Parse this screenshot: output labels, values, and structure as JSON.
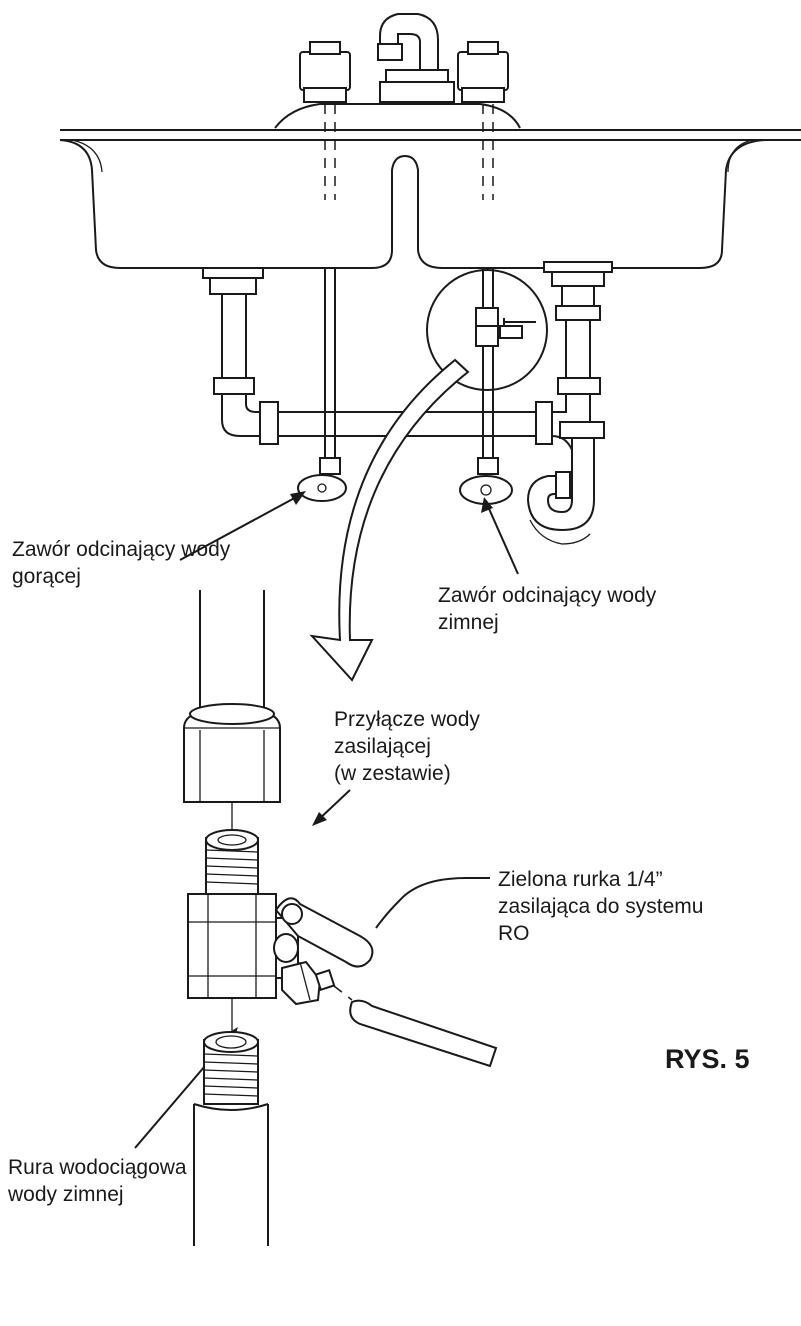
{
  "figure_label": "RYS. 5",
  "labels": {
    "hot_valve": [
      "Zawór odcinający wody",
      "gorącej"
    ],
    "cold_valve": [
      "Zawór odcinający wody",
      "zimnej"
    ],
    "feed_adapter": [
      "Przyłącze wody",
      "zasilającej",
      "(w zestawie)"
    ],
    "green_tube": [
      "Zielona rurka 1/4”",
      "zasilająca do systemu",
      "RO"
    ],
    "cold_pipe": [
      "Rura wodociągowa",
      "wody zimnej"
    ]
  }
}
